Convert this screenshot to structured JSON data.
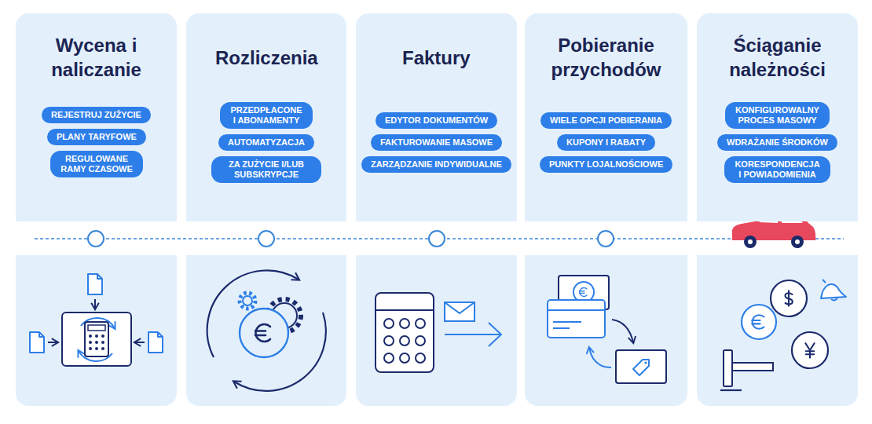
{
  "diagram": {
    "nodes": [
      {
        "text": [
          "Wycena i naliczanie"
        ]
      },
      {
        "text": [
          "REJESTRUJ ZUŻYCIE"
        ],
        "in": 0
      },
      {
        "text": [
          "PLANY TARYFOWE"
        ],
        "in": 0
      },
      {
        "text": [
          "REGULOWANE RAMY CZASOWE"
        ],
        "in": 0
      },
      {
        "text": [
          "Rozliczenia"
        ]
      },
      {
        "text": [
          "PRZEDPŁACONE I ABONAMENTY"
        ],
        "in": 4
      },
      {
        "text": [
          "AUTOMATYZACJA"
        ],
        "in": 4
      },
      {
        "text": [
          "ZA ZUŻYCIE I/LUB SUBSKRYPCJE"
        ],
        "in": 4
      },
      {
        "text": [
          "Faktury"
        ]
      },
      {
        "text": [
          "EDYTOR DOKUMENTÓW"
        ],
        "in": 8
      },
      {
        "text": [
          "FAKTUROWANIE MASOWE"
        ],
        "in": 8
      },
      {
        "text": [
          "ZARZĄDZANIE INDYWIDUALNE"
        ],
        "in": 8
      },
      {
        "text": [
          "Pobieranie przychodów"
        ]
      },
      {
        "text": [
          "WIELE OPCJI POBIERANIA"
        ],
        "in": 12
      },
      {
        "text": [
          "KUPONY I RABATY"
        ],
        "in": 12
      },
      {
        "text": [
          "PUNKTY LOJALNOŚCIOWE"
        ],
        "in": 12
      },
      {
        "text": [
          "Ściąganie należności"
        ]
      },
      {
        "text": [
          "KONFIGUROWALNY PROCES MASOWY"
        ],
        "in": 16
      },
      {
        "text": [
          "WDRAŻANIE ŚRODKÓW"
        ],
        "in": 16
      },
      {
        "text": [
          "KORESPONDENCJA I POWIADOMIENIA"
        ],
        "in": 16
      }
    ]
  }
}
